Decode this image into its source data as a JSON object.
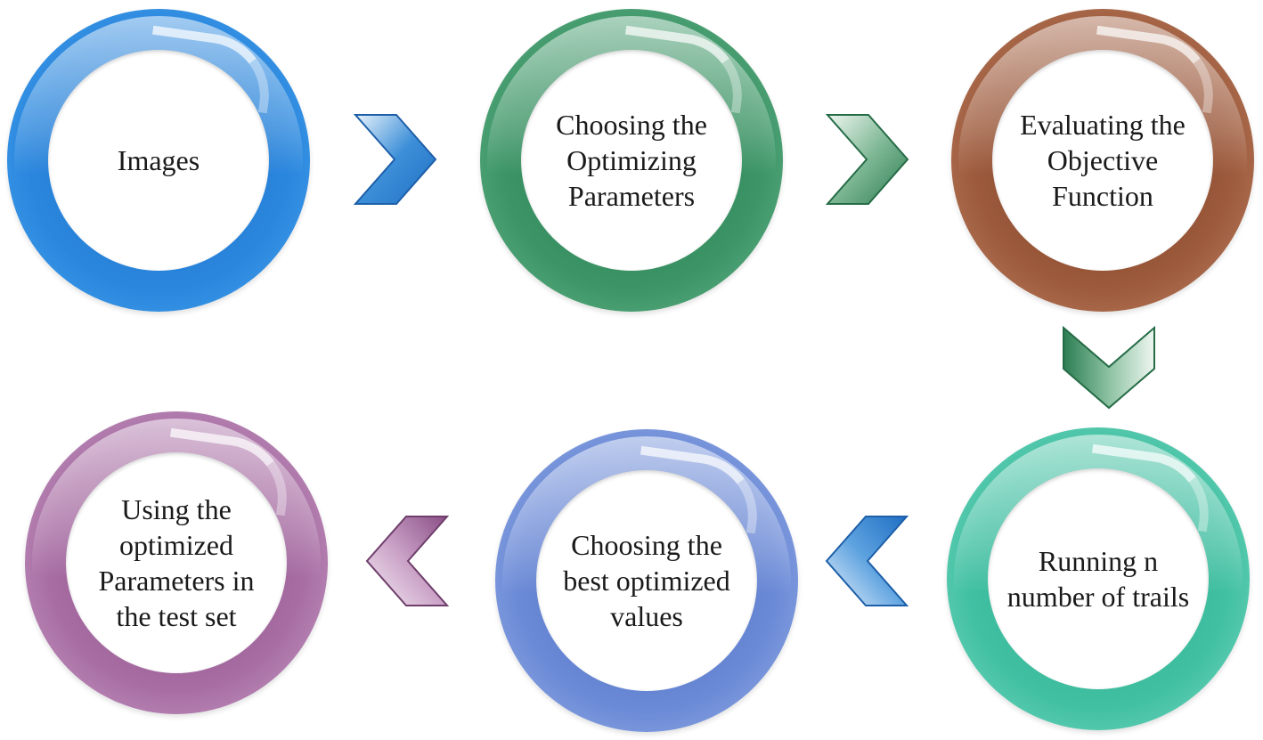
{
  "steps": [
    {
      "label": "Images",
      "color": "#2a86dd"
    },
    {
      "label": "Choosing the\nOptimizing\nParameters",
      "color": "#3c9566"
    },
    {
      "label": "Evaluating the\nObjective\nFunction",
      "color": "#9d5a3c"
    },
    {
      "label": "Running n\nnumber of trails",
      "color": "#41c0a2"
    },
    {
      "label": "Choosing the\nbest optimized\nvalues",
      "color": "#6a89d6"
    },
    {
      "label": "Using the\noptimized\nParameters in\nthe test set",
      "color": "#a86ea4"
    }
  ],
  "connectors": [
    {
      "name": "arrow-right",
      "color": "#1f6fc4"
    },
    {
      "name": "arrow-right",
      "color": "#2c7d52"
    },
    {
      "name": "arrow-down",
      "color": "#2c7d52"
    },
    {
      "name": "arrow-left",
      "color": "#1f6fc4"
    },
    {
      "name": "arrow-left",
      "color": "#8a4f86"
    }
  ]
}
